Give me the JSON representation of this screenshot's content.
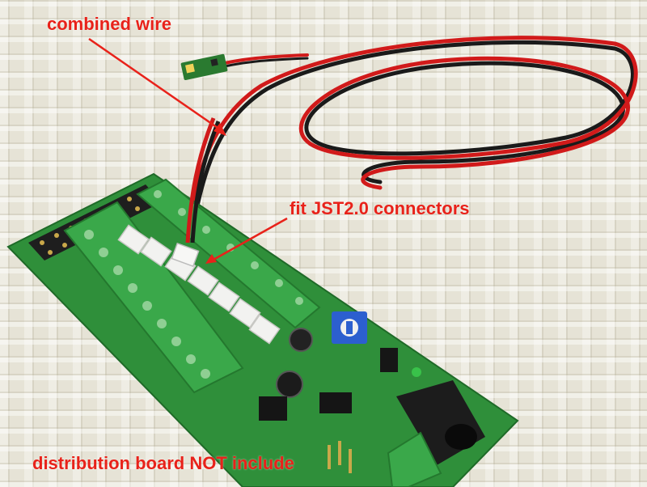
{
  "annotations": {
    "combined_wire": "combined wire",
    "jst_connectors": "fit JST2.0 connectors",
    "distribution_note": "distribution board NOT include"
  },
  "colors": {
    "label": "#e8221a",
    "pcb": "#2f8f3a",
    "terminal": "#3aa84a",
    "jst_housing": "#f2f2f0",
    "wire_red": "#d11a1a",
    "wire_black": "#1a1a1a",
    "background": "#e6e3d6"
  }
}
